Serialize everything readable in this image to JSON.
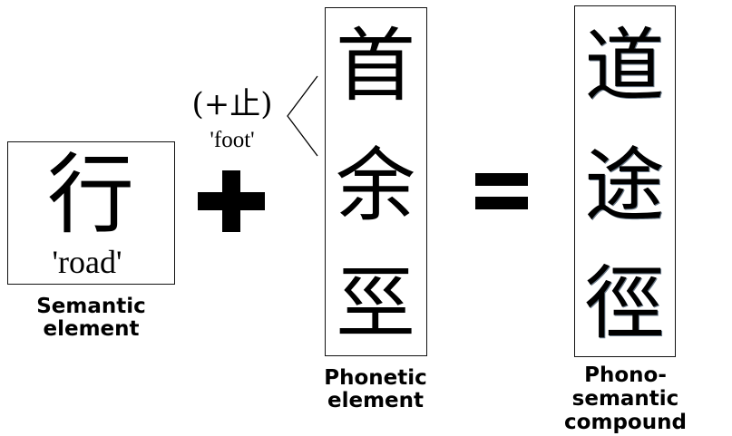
{
  "semantic": {
    "character": "行",
    "gloss": "'road'",
    "caption_line1": "Semantic",
    "caption_line2": "element"
  },
  "operator_plus": "plus-sign",
  "foot_note": {
    "text": "(+止)",
    "gloss": "'foot'"
  },
  "phonetic": {
    "characters": [
      "首",
      "余",
      "巠"
    ],
    "caption_line1": "Phonetic",
    "caption_line2": "element"
  },
  "operator_equals": "equals-sign",
  "compound": {
    "characters": [
      "道",
      "途",
      "徑"
    ],
    "caption_line1": "Phono-",
    "caption_line2": "semantic",
    "caption_line3": "compound"
  }
}
